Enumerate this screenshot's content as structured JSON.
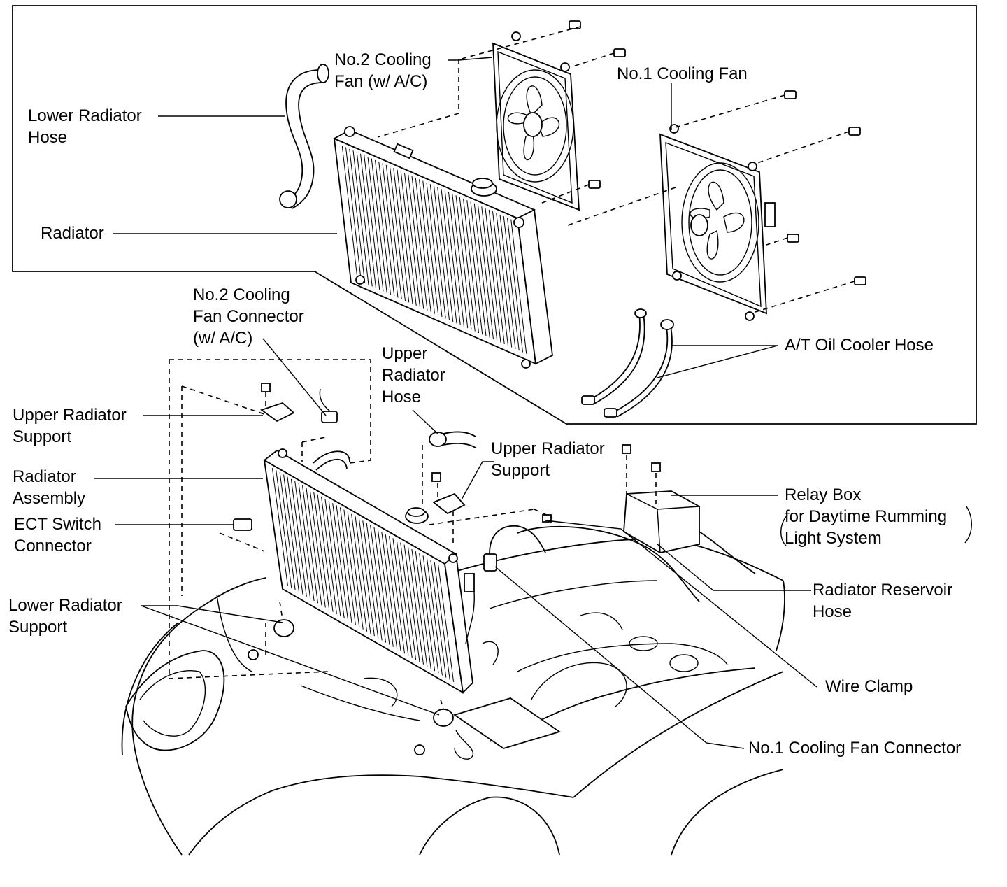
{
  "labels": {
    "no2_fan": "No.2 Cooling\nFan (w/ A/C)",
    "no1_fan": "No.1 Cooling Fan",
    "lower_hose_top": "Lower Radiator\nHose",
    "radiator": "Radiator",
    "no2_connector": "No.2 Cooling\nFan Connector\n(w/ A/C)",
    "upper_hose": "Upper\nRadiator\nHose",
    "at_oil_hose": "A/T Oil Cooler Hose",
    "upper_support_left": "Upper Radiator\nSupport",
    "upper_support_right": "Upper Radiator\nSupport",
    "radiator_assembly": "Radiator\nAssembly",
    "ect_connector": "ECT Switch\nConnector",
    "relay_box": "Relay Box\nfor Daytime Rumming\nLight System",
    "lower_support": "Lower Radiator\nSupport",
    "reservoir_hose": "Radiator Reservoir\nHose",
    "wire_clamp": "Wire Clamp",
    "no1_connector": "No.1 Cooling Fan Connector"
  }
}
